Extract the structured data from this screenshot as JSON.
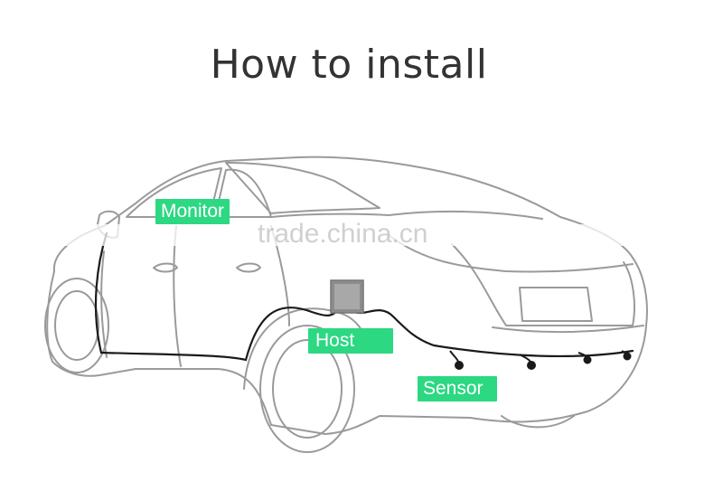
{
  "title": "How to install",
  "labels": {
    "monitor": "Monitor",
    "host": "Host",
    "sensor": "Sensor"
  },
  "watermark": "trade.china.cn",
  "colors": {
    "label_bg": "#2cd882",
    "outline": "#9a9a9a",
    "cable": "#1a1a1a",
    "host_box": "#8c8c8c"
  }
}
